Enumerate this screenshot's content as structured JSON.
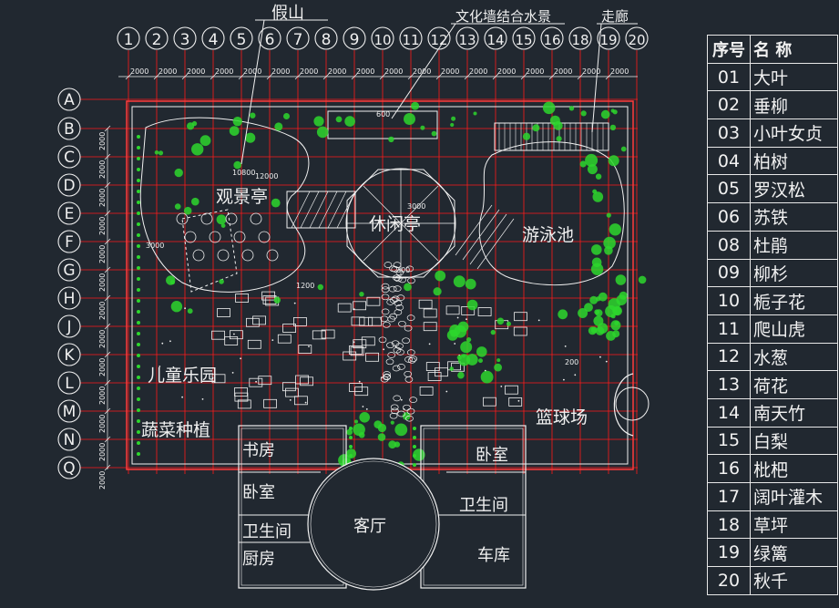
{
  "plan": {
    "callouts": {
      "rockery": "假山",
      "culture_wall": "文化墙结合水景",
      "corridor": "走廊"
    },
    "column_bubbles": [
      "1",
      "2",
      "3",
      "4",
      "5",
      "6",
      "7",
      "8",
      "9",
      "10",
      "11",
      "12",
      "13",
      "14",
      "15",
      "16",
      "18",
      "19",
      "20"
    ],
    "row_bubbles": [
      "A",
      "B",
      "C",
      "D",
      "E",
      "F",
      "G",
      "H",
      "J",
      "K",
      "L",
      "M",
      "N",
      "Q"
    ],
    "col_dim": "2000",
    "row_dim": "2000",
    "elevations": [
      "10800",
      "12000",
      "3000",
      "3000",
      "1200",
      "300",
      "200",
      "600"
    ],
    "areas": {
      "viewing_pavilion": "观景亭",
      "leisure_pavilion": "休闲亭",
      "swimming_pool": "游泳池",
      "kids_playground": "儿童乐园",
      "vegetable_plot": "蔬菜种植",
      "basketball_court": "篮球场"
    },
    "rooms": {
      "study": "书房",
      "bedroom_left": "卧室",
      "bathroom_left": "卫生间",
      "kitchen": "厨房",
      "living_room": "客厅",
      "bedroom_right": "卧室",
      "bathroom_right": "卫生间",
      "garage": "车库"
    }
  },
  "legend": {
    "header": {
      "num": "序号",
      "name": "名 称"
    },
    "items": [
      {
        "num": "01",
        "name": "大叶"
      },
      {
        "num": "02",
        "name": "垂柳"
      },
      {
        "num": "03",
        "name": "小叶女贞"
      },
      {
        "num": "04",
        "name": "柏树"
      },
      {
        "num": "05",
        "name": "罗汉松"
      },
      {
        "num": "06",
        "name": "苏铁"
      },
      {
        "num": "08",
        "name": "杜鹃"
      },
      {
        "num": "09",
        "name": "柳杉"
      },
      {
        "num": "10",
        "name": "栀子花"
      },
      {
        "num": "11",
        "name": "爬山虎"
      },
      {
        "num": "12",
        "name": "水葱"
      },
      {
        "num": "13",
        "name": "荷花"
      },
      {
        "num": "14",
        "name": "南天竹"
      },
      {
        "num": "15",
        "name": "白梨"
      },
      {
        "num": "16",
        "name": "枇杷"
      },
      {
        "num": "17",
        "name": "阔叶灌木"
      },
      {
        "num": "18",
        "name": "草坪"
      },
      {
        "num": "19",
        "name": "绿篱"
      },
      {
        "num": "20",
        "name": "秋千"
      }
    ]
  },
  "colors": {
    "background": "#212830",
    "grid": "#ff1a1a",
    "linework": "#f0f0f0",
    "vegetation": "#2dd62d"
  }
}
